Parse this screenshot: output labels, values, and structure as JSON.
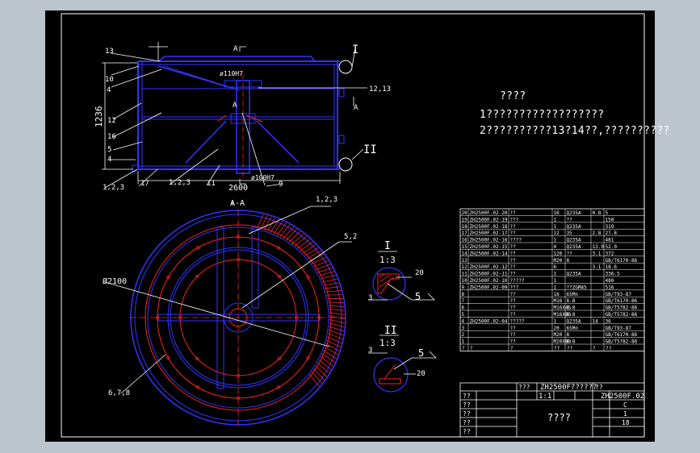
{
  "notes": {
    "title": "????",
    "line1": "1??????????????????",
    "line2": "2??????????13?14??,??????????"
  },
  "drawing": {
    "section_marker": "A",
    "section_title": "A-A",
    "dim_height": "1236",
    "dim_length": "2600",
    "dim_diameter": "Ø2100",
    "dim_hole_top": "ø110H7",
    "dim_hole_bottom": "ø100H7",
    "leader_labels": [
      "13",
      "10",
      "4",
      "12",
      "16",
      "5",
      "4",
      "12,13",
      "1,2,3",
      "17",
      "11",
      "9",
      "1,2,3",
      "5,2",
      "6,7,8"
    ],
    "detail_I": {
      "roman": "I",
      "scale": "1:3",
      "dim_a": "20",
      "dim_b": "5",
      "dim_c": "3"
    },
    "detail_II": {
      "roman": "II",
      "scale": "1:3",
      "dim_a": "5",
      "dim_b": "20",
      "dim_c": "3"
    }
  },
  "parts_table": {
    "rows": [
      [
        "20",
        "ZH2500F.02-20",
        "??",
        "16",
        "Q235A",
        "0.8",
        "5"
      ],
      [
        "19",
        "ZH2500F.02-19",
        "???",
        "1",
        "??",
        "",
        "150"
      ],
      [
        "18",
        "ZH2500F.02-18",
        "??",
        "1",
        "Q235A",
        "",
        "319"
      ],
      [
        "17",
        "ZH2500F.02-17",
        "??",
        "12",
        "35",
        "2.8",
        "27.8"
      ],
      [
        "16",
        "ZH2500F.02-16",
        "????",
        "1",
        "Q235A",
        "",
        "481"
      ],
      [
        "15",
        "ZH2500F.02-15",
        "??",
        "4",
        "Q235A",
        "13.0",
        "52.0"
      ],
      [
        "14",
        "ZH2500F.02-14",
        "??",
        "120",
        "??",
        "3.1",
        "372"
      ],
      [
        "13",
        "",
        "??",
        "M20",
        "8",
        "",
        "GB/T6170-86"
      ],
      [
        "12",
        "ZH2500F.02-12",
        "??",
        "6",
        "",
        "3.1",
        "18.6"
      ],
      [
        "11",
        "ZH2500F.02-11",
        "??",
        "1",
        "Q235A",
        "",
        "336.5"
      ],
      [
        "10",
        "ZH2500F.02-10",
        "?????",
        "1",
        "",
        "",
        "480"
      ],
      [
        "9",
        "ZH2500F.02-09",
        "???",
        "1",
        "??ZGM45",
        "",
        "516"
      ],
      [
        "8",
        "",
        "??",
        "16",
        "65Mn",
        "",
        "GB/T93-87"
      ],
      [
        "7",
        "",
        "??",
        "M16",
        "8.8",
        "",
        "GB/T6170-86"
      ],
      [
        "6",
        "",
        "??",
        "M16X45",
        "8.8",
        "",
        "GB/T5782-86"
      ],
      [
        "5",
        "",
        "??",
        "M16X80",
        "8.8",
        "",
        "GB/T5782-86"
      ],
      [
        "4",
        "ZH2500F.02-04",
        "?????",
        "1",
        "Q235A",
        "14",
        "36"
      ],
      [
        "3",
        "",
        "??",
        "20",
        "65Mn",
        "",
        "GB/T93-87"
      ],
      [
        "2",
        "",
        "??",
        "M20",
        "8",
        "",
        "GB/T6170-86"
      ],
      [
        "1",
        "",
        "??",
        "M20X80",
        "8.8",
        "",
        "GB/T5782-86"
      ]
    ],
    "header": [
      "?",
      "?",
      "?",
      "??",
      "??",
      "?",
      "??"
    ]
  },
  "title_block": {
    "assembly_name": "ZH2500F??????",
    "drawing_no": "ZH2500F.02",
    "label_scale": "??",
    "scale": "1:1",
    "sheet_title": "????",
    "label_design": "??",
    "label_check": "??",
    "label_approve": "??",
    "label_std": "??",
    "label_process": "??",
    "count_a": "1",
    "count_b": "18",
    "letter": "C"
  },
  "colors": {
    "sheet": "#000000",
    "frame": "#ffffff",
    "primary": "#3333ff",
    "secondary": "#ff2020",
    "text": "#ffffff",
    "dimension": "#ffffff"
  }
}
